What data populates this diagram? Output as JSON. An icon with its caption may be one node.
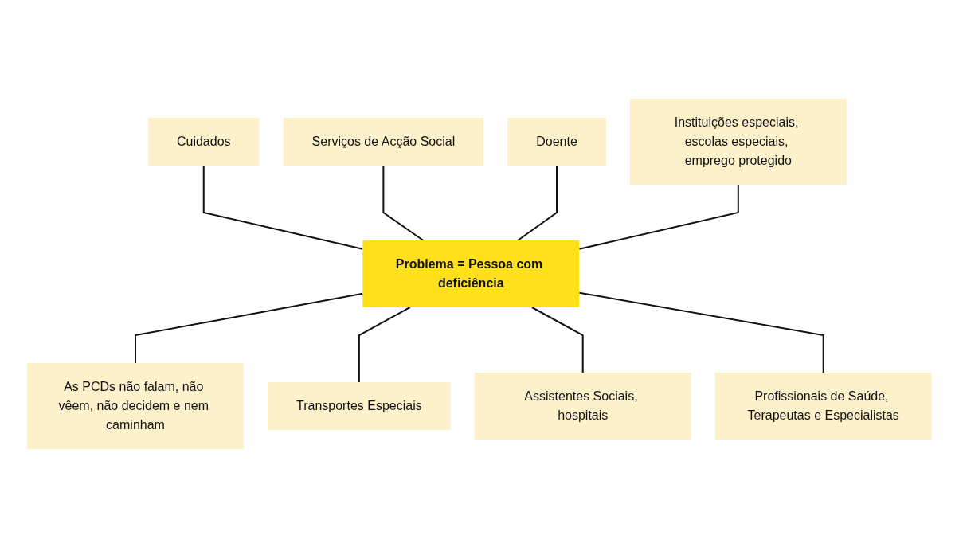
{
  "diagram": {
    "nodes": [
      {
        "text": [
          "Serviços de Acção Social"
        ]
      },
      {
        "text": [
          "Cuidados"
        ]
      },
      {
        "text": [
          "Doente"
        ]
      },
      {
        "text": [
          "Instituições especiais, escolas especiais, emprego protegido"
        ]
      },
      {
        "text": [
          "Problema = Pessoa com deficiência"
        ]
      },
      {
        "text": [
          "As PCDs não falam, não vêem, não decidem e nem caminham"
        ]
      },
      {
        "text": [
          "Transportes Especiais"
        ]
      },
      {
        "text": [
          "Assistentes Sociais, hospitais"
        ]
      },
      {
        "text": [
          "Profissionais de Saúde, Terapeutas e Especialistas"
        ]
      }
    ],
    "edges": [
      {
        "from": 1,
        "to": 4,
        "arrow": "none"
      },
      {
        "from": 0,
        "to": 4,
        "arrow": "none"
      },
      {
        "from": 2,
        "to": 4,
        "arrow": "none"
      },
      {
        "from": 3,
        "to": 4,
        "arrow": "none"
      },
      {
        "from": 4,
        "to": 5,
        "arrow": "none"
      },
      {
        "from": 4,
        "to": 6,
        "arrow": "none"
      },
      {
        "from": 4,
        "to": 7,
        "arrow": "none"
      },
      {
        "from": 4,
        "to": 8,
        "arrow": "none"
      }
    ]
  }
}
